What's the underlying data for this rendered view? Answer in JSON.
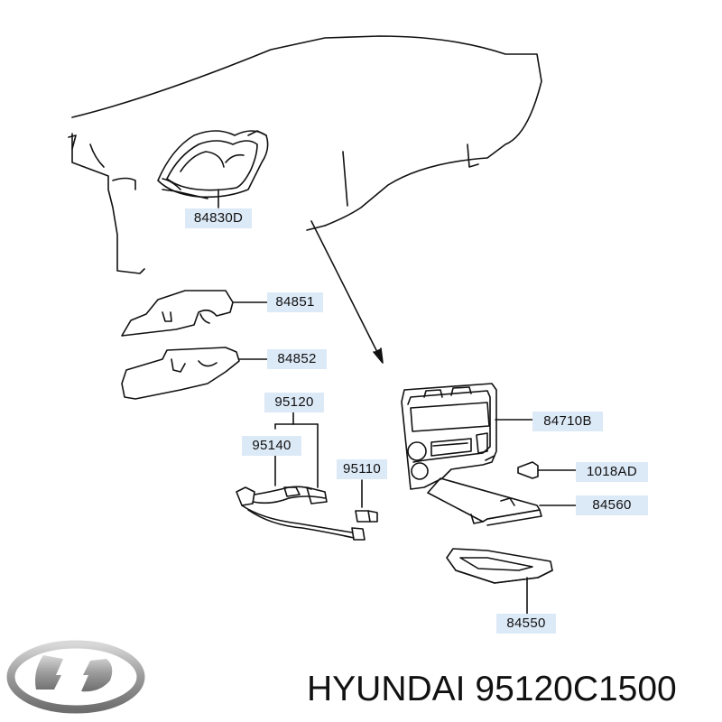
{
  "labels": {
    "p84830d": "84830D",
    "p84851": "84851",
    "p84852": "84852",
    "p95120": "95120",
    "p95140": "95140",
    "p95110": "95110",
    "p84710b": "84710B",
    "p1018ad": "1018AD",
    "p84560": "84560",
    "p84550": "84550"
  },
  "caption": {
    "brand": "HYUNDAI",
    "part_number": "95120C1500"
  },
  "colors": {
    "label_bg": "#dce9f7",
    "line": "#111111",
    "logo": "#9a9a9a"
  }
}
